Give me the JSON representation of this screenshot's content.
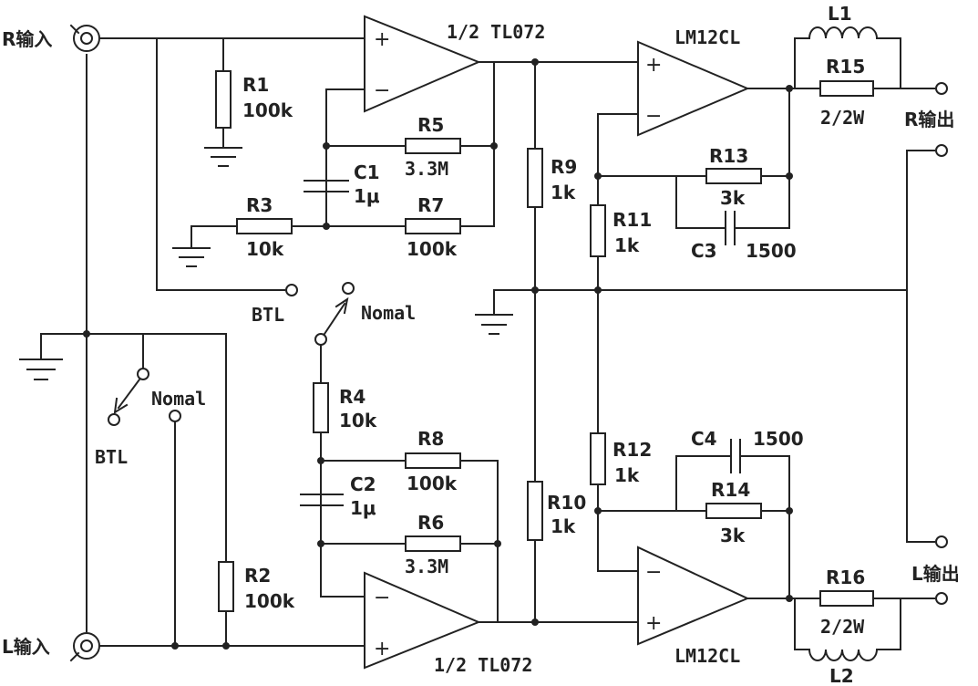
{
  "inputs": {
    "r": "R输入",
    "l": "L输入"
  },
  "outputs": {
    "r": "R输出",
    "l": "L输出"
  },
  "opamps": {
    "top": "1/2 TL072",
    "bottom": "1/2 TL072"
  },
  "power_amps": {
    "top": "LM12CL",
    "bottom": "LM12CL"
  },
  "switch": {
    "btl": "BTL",
    "normal": "Nomal"
  },
  "signs": {
    "plus": "+",
    "minus": "−"
  },
  "components": {
    "R1": {
      "name": "R1",
      "value": "100k"
    },
    "R2": {
      "name": "R2",
      "value": "100k"
    },
    "R3": {
      "name": "R3",
      "value": "10k"
    },
    "R4": {
      "name": "R4",
      "value": "10k"
    },
    "R5": {
      "name": "R5",
      "value": "3.3M"
    },
    "R6": {
      "name": "R6",
      "value": "3.3M"
    },
    "R7": {
      "name": "R7",
      "value": "100k"
    },
    "R8": {
      "name": "R8",
      "value": "100k"
    },
    "R9": {
      "name": "R9",
      "value": "1k"
    },
    "R10": {
      "name": "R10",
      "value": "1k"
    },
    "R11": {
      "name": "R11",
      "value": "1k"
    },
    "R12": {
      "name": "R12",
      "value": "1k"
    },
    "R13": {
      "name": "R13",
      "value": "3k"
    },
    "R14": {
      "name": "R14",
      "value": "3k"
    },
    "R15": {
      "name": "R15",
      "value": "2/2W"
    },
    "R16": {
      "name": "R16",
      "value": "2/2W"
    },
    "C1": {
      "name": "C1",
      "value": "1μ"
    },
    "C2": {
      "name": "C2",
      "value": "1μ"
    },
    "C3": {
      "name": "C3",
      "value": "1500"
    },
    "C4": {
      "name": "C4",
      "value": "1500"
    },
    "L1": {
      "name": "L1"
    },
    "L2": {
      "name": "L2"
    }
  }
}
